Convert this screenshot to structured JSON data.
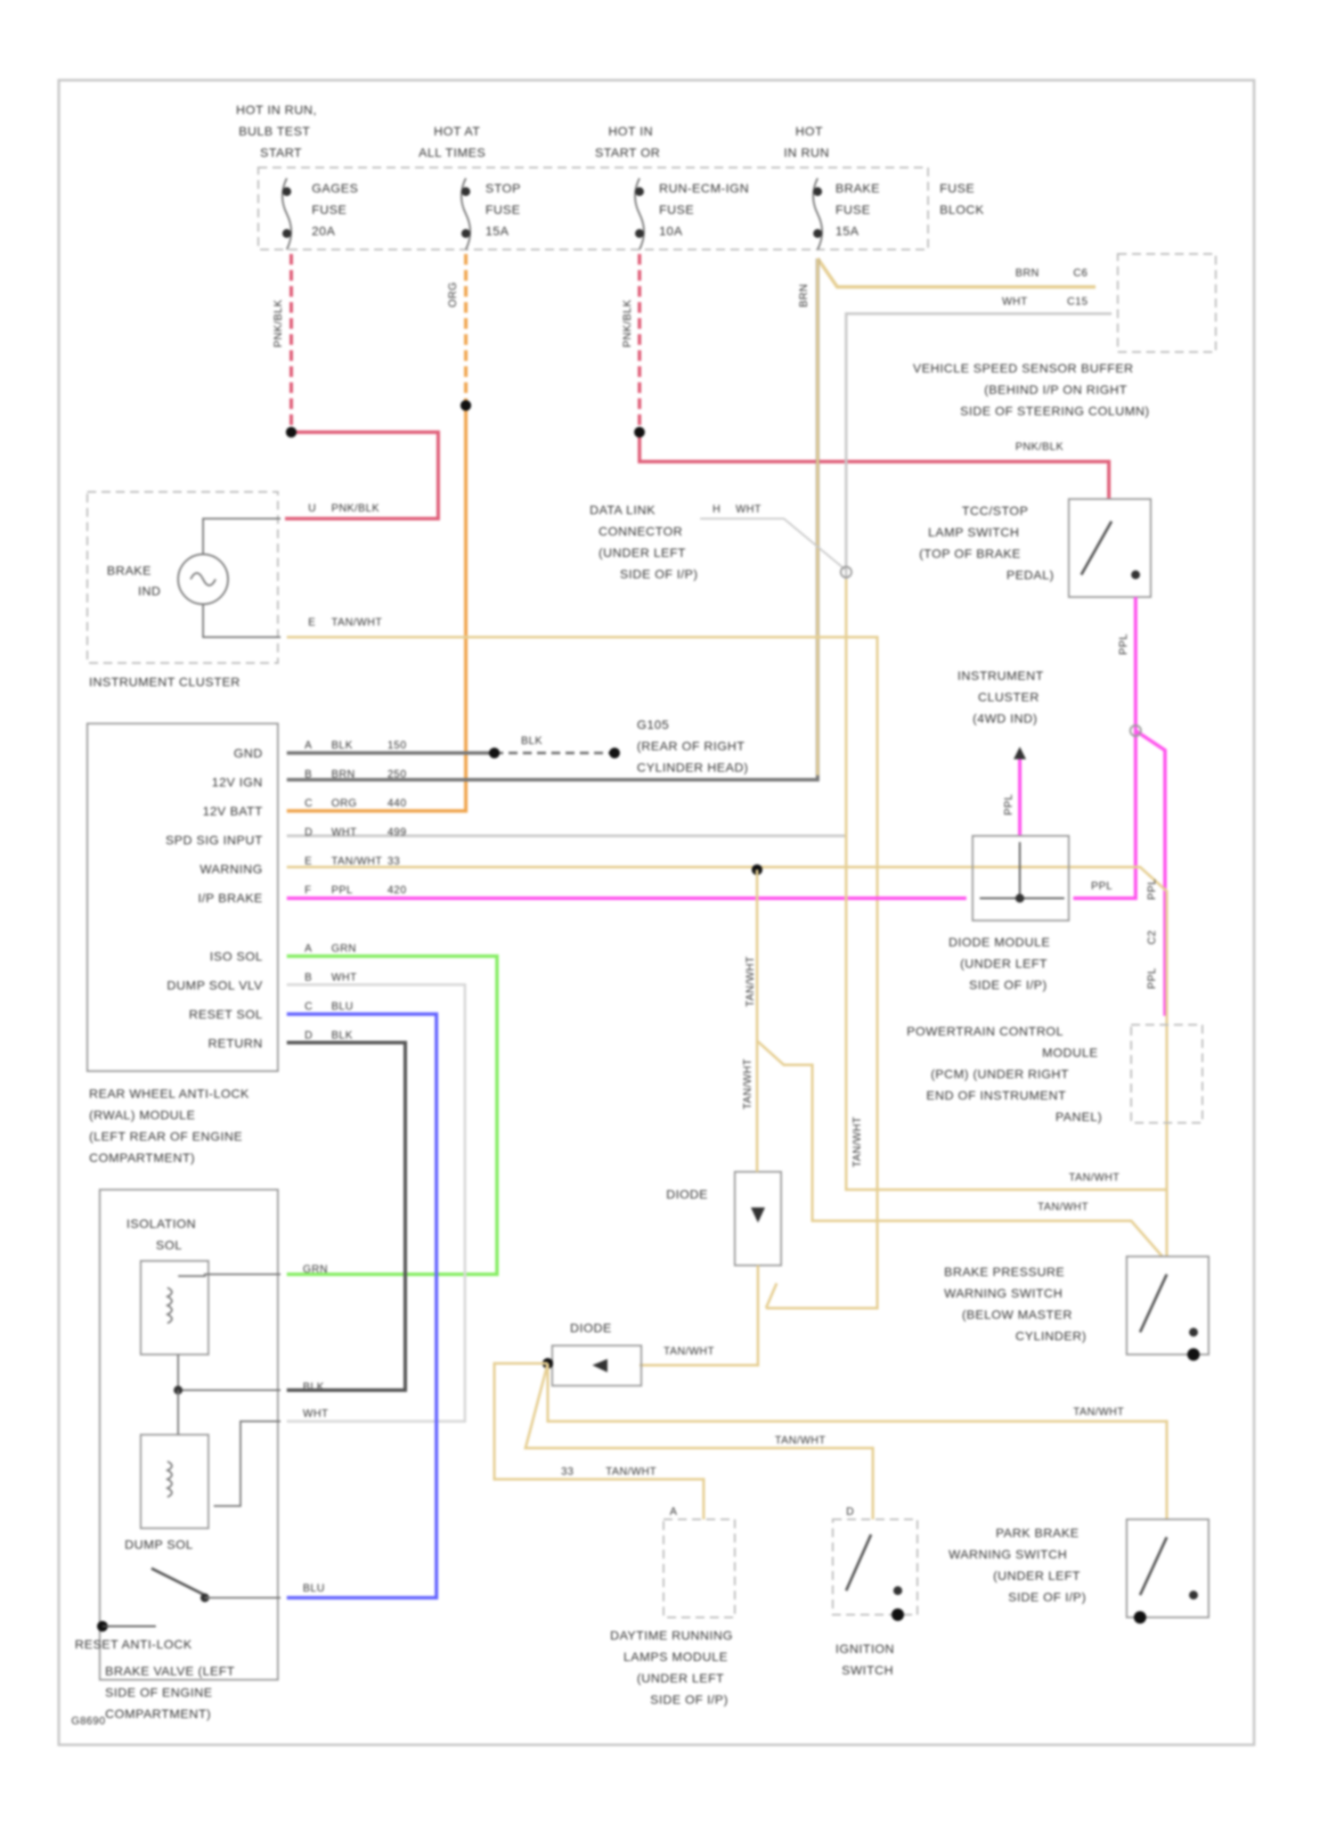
{
  "colors": {
    "pink_red": "#e0607a",
    "orange": "#f0a650",
    "tan": "#e6cf94",
    "gray": "#777777",
    "light_gray": "#c8c8c8",
    "magenta": "#ff55ee",
    "green": "#88ee66",
    "blue": "#6666ff",
    "dark_gray": "#555555"
  },
  "fuse_block": {
    "title": [
      "FUSE",
      "BLOCK"
    ],
    "fuses": [
      {
        "supply": [
          "HOT IN RUN,",
          "BULB TEST",
          "START"
        ],
        "name": [
          "GAGES",
          "FUSE",
          "20A"
        ]
      },
      {
        "supply": [
          "HOT AT",
          "ALL TIMES"
        ],
        "name": [
          "STOP",
          "FUSE",
          "15A"
        ]
      },
      {
        "supply": [
          "HOT IN",
          "START OR"
        ],
        "name": [
          "RUN-ECM-IGN",
          "FUSE",
          "10A"
        ]
      },
      {
        "supply": [
          "HOT",
          "IN RUN"
        ],
        "name": [
          "BRAKE",
          "FUSE",
          "15A"
        ]
      }
    ],
    "wires": [
      "PNK/BLK",
      "ORG",
      "PNK/BLK",
      "BRN"
    ]
  },
  "vss_buffer": {
    "label": [
      "VEHICLE SPEED SENSOR BUFFER",
      "(BEHIND I/P ON RIGHT",
      "SIDE OF STEERING COLUMN)"
    ],
    "pins": [
      {
        "wire": "BRN",
        "pin": "C6"
      },
      {
        "wire": "WHT",
        "pin": "C15"
      }
    ]
  },
  "instrument_cluster": {
    "label": "INSTRUMENT CLUSTER",
    "brake_indicator": [
      "BRAKE",
      "IND"
    ],
    "pins": [
      {
        "pin": "U",
        "wire": "PNK/BLK"
      },
      {
        "pin": "E",
        "wire": "TAN/WHT"
      }
    ]
  },
  "data_link_connector": {
    "label": [
      "DATA LINK",
      "CONNECTOR",
      "(UNDER LEFT",
      "SIDE OF I/P)"
    ],
    "pin": "H",
    "wire": "WHT"
  },
  "tcc_switch": {
    "label": [
      "TCC/STOP",
      "LAMP SWITCH",
      "(TOP OF BRAKE",
      "PEDAL)"
    ],
    "wire_in": "PNK/BLK",
    "wire_out": "PPL"
  },
  "cluster_ind": {
    "label": [
      "INSTRUMENT",
      "CLUSTER",
      "(4WD IND)"
    ],
    "wire": "PPL"
  },
  "ground": {
    "label": [
      "G105",
      "(REAR OF RIGHT",
      "CYLINDER HEAD)"
    ],
    "wire": "BLK"
  },
  "rwal_module": {
    "label": [
      "REAR WHEEL ANTI-LOCK",
      "(RWAL) MODULE",
      "(LEFT REAR OF ENGINE",
      "COMPARTMENT)"
    ],
    "upper_pins": [
      {
        "name": "GND",
        "pin": "A",
        "wire": "BLK",
        "circuit": "150"
      },
      {
        "name": "12V IGN",
        "pin": "B",
        "wire": "BRN",
        "circuit": "250"
      },
      {
        "name": "12V BATT",
        "pin": "C",
        "wire": "ORG",
        "circuit": "440"
      },
      {
        "name": "SPD SIG INPUT",
        "pin": "D",
        "wire": "WHT",
        "circuit": "499"
      },
      {
        "name": "WARNING",
        "pin": "E",
        "wire": "TAN/WHT",
        "circuit": "33"
      },
      {
        "name": "I/P BRAKE",
        "pin": "F",
        "wire": "PPL",
        "circuit": "420"
      }
    ],
    "lower_pins": [
      {
        "name": "ISO SOL",
        "pin": "A",
        "wire": "GRN"
      },
      {
        "name": "DUMP SOL VLV",
        "pin": "B",
        "wire": "WHT"
      },
      {
        "name": "RESET SOL",
        "pin": "C",
        "wire": "BLU"
      },
      {
        "name": "RETURN",
        "pin": "D",
        "wire": "BLK"
      }
    ]
  },
  "diode_module": {
    "label": [
      "DIODE MODULE",
      "(UNDER LEFT",
      "SIDE OF I/P)"
    ],
    "wire": "PPL"
  },
  "pcm": {
    "label": [
      "POWERTRAIN CONTROL",
      "MODULE",
      "(PCM) (UNDER RIGHT",
      "END OF INSTRUMENT",
      "PANEL)"
    ],
    "wire_labels": [
      "PPL",
      "C2",
      "PPL"
    ]
  },
  "diode_center": {
    "label": "DIODE"
  },
  "diode_lower": {
    "label": "DIODE"
  },
  "brake_pressure_switch": {
    "label": [
      "BRAKE PRESSURE",
      "WARNING SWITCH",
      "(BELOW MASTER",
      "CYLINDER)"
    ],
    "wires": [
      "TAN/WHT",
      "TAN/WHT"
    ]
  },
  "park_brake_switch": {
    "label": [
      "PARK BRAKE",
      "WARNING SWITCH",
      "(UNDER LEFT",
      "SIDE OF I/P)"
    ],
    "wire": "TAN/WHT"
  },
  "ignition_switch": {
    "label": [
      "IGNITION",
      "SWITCH"
    ],
    "pin": "D",
    "wire": "TAN/WHT"
  },
  "drl_module": {
    "label": [
      "DAYTIME RUNNING",
      "LAMPS MODULE",
      "(UNDER LEFT",
      "SIDE OF I/P)"
    ],
    "pin": "A",
    "wire": "TAN/WHT",
    "circuit": "33"
  },
  "brake_valve": {
    "isolation": [
      "ISOLATION",
      "SOL"
    ],
    "dump": "DUMP SOL",
    "reset": "RESET ANTI-LOCK",
    "label": [
      "BRAKE VALVE (LEFT",
      "SIDE OF ENGINE",
      "COMPARTMENT)"
    ],
    "wires": [
      "GRN",
      "BLK",
      "WHT",
      "BLU"
    ]
  },
  "misc_wire_labels": {
    "tan_vertical": "TAN/WHT"
  },
  "footer_code": "G8690"
}
